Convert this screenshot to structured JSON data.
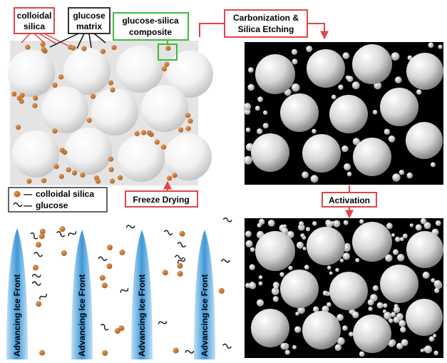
{
  "labels": {
    "colloidal_silica": [
      "colloidal",
      "silica"
    ],
    "glucose_matrix": [
      "glucose",
      "matrix"
    ],
    "composite": [
      "glucose-silica",
      "composite"
    ],
    "carbonization": [
      "Carbonization &",
      "Silica Etching"
    ],
    "freeze_drying": "Freeze Drying",
    "activation": "Activation",
    "ice_front": "Advancing Ice Front"
  },
  "legend": {
    "silica": "colloidal silica",
    "glucose": "glucose"
  },
  "colors": {
    "silica_particle": "#c8762e",
    "label_border_red": "#e0454a",
    "label_border_green": "#3dbb3d",
    "arrow_red": "#e0454a",
    "composite_bg": "#e4e4e4",
    "carbon_bg": "#000000",
    "ice_front": "#4a9fd8"
  }
}
